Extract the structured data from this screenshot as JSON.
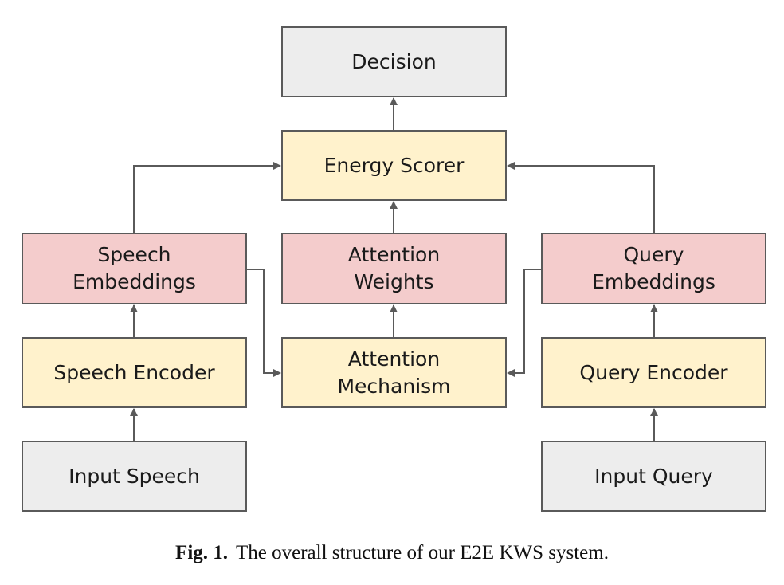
{
  "nodes": {
    "decision": "Decision",
    "energy_scorer": "Energy Scorer",
    "speech_embeddings": "Speech\nEmbeddings",
    "attention_weights": "Attention\nWeights",
    "query_embeddings": "Query\nEmbeddings",
    "speech_encoder": "Speech Encoder",
    "attention_mechanism": "Attention\nMechanism",
    "query_encoder": "Query Encoder",
    "input_speech": "Input Speech",
    "input_query": "Input Query"
  },
  "colors": {
    "input_output_fill": "#ededed",
    "module_fill": "#fff2cc",
    "embedding_fill": "#f4cccc",
    "border": "#5a5a5a",
    "arrow": "#5a5a5a"
  },
  "caption": {
    "label": "Fig. 1.",
    "text": "The overall structure of our E2E KWS system."
  }
}
